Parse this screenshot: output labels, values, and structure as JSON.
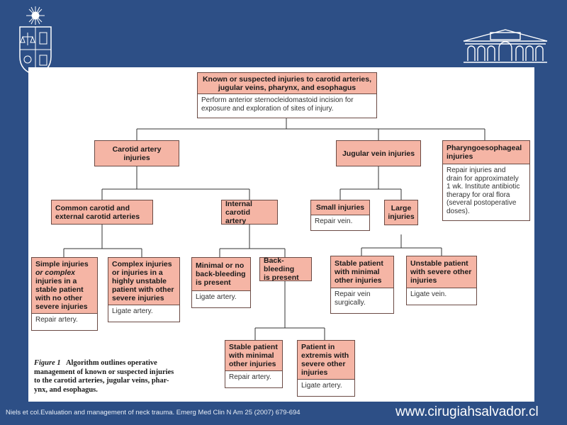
{
  "nodes": {
    "root": {
      "header": [
        "Known or suspected injuries to carotid arteries,",
        "jugular veins, pharynx, and esophagus"
      ],
      "body": [
        "Perform anterior sternocleidomastoid incision for",
        "exposure and exploration of sites of injury."
      ]
    },
    "carotid": {
      "header": [
        "Carotid artery injuries"
      ]
    },
    "jugular": {
      "header": [
        "Jugular vein injuries"
      ]
    },
    "pharyngo": {
      "header": [
        "Pharyngoesophageal",
        "injuries"
      ],
      "body": [
        "Repair injuries and",
        "drain for approximately",
        "1 wk. Institute antibiotic",
        "therapy for oral flora",
        "(several postoperative",
        "doses)."
      ]
    },
    "common": {
      "header": [
        "Common carotid and",
        "external carotid arteries"
      ]
    },
    "internal": {
      "header": [
        "Internal carotid",
        "artery"
      ]
    },
    "small": {
      "header": [
        "Small injuries"
      ],
      "body": [
        "Repair vein."
      ]
    },
    "large": {
      "header": [
        "Large",
        "injuries"
      ]
    },
    "simple": {
      "header": [
        "Simple injuries",
        "or complex",
        "injuries in a",
        "stable patient",
        "with no other",
        "severe injuries"
      ],
      "body": [
        "Repair artery."
      ]
    },
    "complex": {
      "header": [
        "Complex injuries",
        "or injuries in a",
        "highly unstable",
        "patient with other",
        "severe injuries"
      ],
      "body": [
        "Ligate artery."
      ]
    },
    "minimal": {
      "header": [
        "Minimal or no",
        "back-bleeding",
        "is present"
      ],
      "body": [
        "Ligate artery."
      ]
    },
    "backbleed": {
      "header": [
        "Back-bleeding",
        "is present"
      ]
    },
    "stable_vein": {
      "header": [
        "Stable patient",
        "with minimal",
        "other injuries"
      ],
      "body": [
        "Repair vein",
        "surgically."
      ]
    },
    "unstable_vein": {
      "header": [
        "Unstable patient",
        "with severe other",
        "injuries"
      ],
      "body": [
        "Ligate vein."
      ]
    },
    "stable_art": {
      "header": [
        "Stable patient",
        "with minimal",
        "other injuries"
      ],
      "body": [
        "Repair artery."
      ]
    },
    "extremis": {
      "header": [
        "Patient in",
        "extremis with",
        "severe other",
        "injuries"
      ],
      "body": [
        "Ligate artery."
      ]
    }
  },
  "caption": {
    "label": "Figure 1",
    "lines": [
      "Algorithm outlines operative",
      "management of known or suspected injuries",
      "to the carotid arteries, jugular veins, phar-",
      "ynx, and esophagus."
    ]
  },
  "footer": {
    "citation": "Niels et col.Evaluation and management of neck trauma. Emerg Med Clin N Am 25 (2007) 679-694",
    "website": "www.cirugiahsalvador.cl"
  },
  "colors": {
    "background": "#2d4f86",
    "header_fill": "#f5b5a5",
    "border": "#6a4a44"
  },
  "logos": [
    "university-crest-logo",
    "hospital-building-logo"
  ]
}
